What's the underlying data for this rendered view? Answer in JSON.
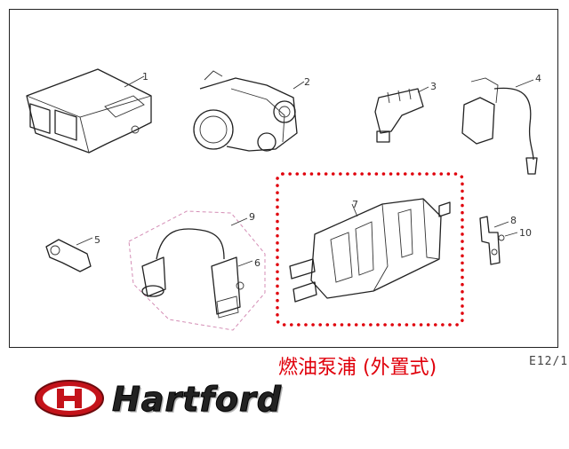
{
  "diagram": {
    "callouts": [
      "1",
      "2",
      "3",
      "4",
      "5",
      "6",
      "7",
      "8",
      "9",
      "10"
    ],
    "page_code": "E12/1",
    "caption": "燃油泵浦 (外置式)",
    "highlight_color": "#e0000b"
  },
  "brand": {
    "logo_text": "Hartford",
    "logo_colors": {
      "emblem": "#c4131a",
      "text": "#222222"
    }
  }
}
